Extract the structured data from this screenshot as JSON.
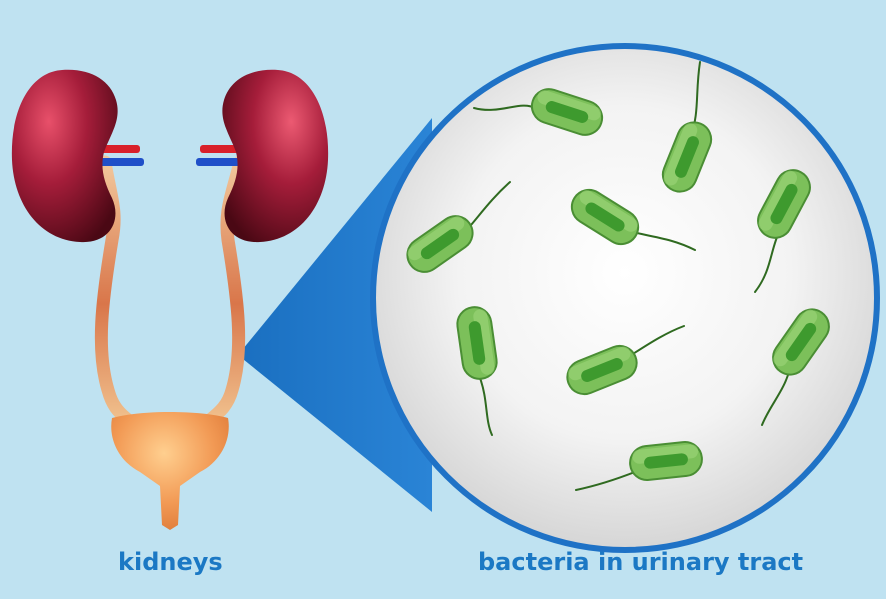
{
  "labels": {
    "left": "kidneys",
    "right": "bacteria in urinary tract"
  },
  "colors": {
    "background": "#bfe2f1",
    "label": "#1b78c4",
    "kidney": "#7a1226",
    "ureter": "#e9b98a",
    "bladder": "#f0a060",
    "artery": "#d8202a",
    "vein": "#1f4fc8",
    "magnifier_border": "#1f72c6",
    "bacteria": "#7cc05a",
    "bacteria_nucleus": "#3e9a2e",
    "flagella": "#2f6a20"
  },
  "icons": {
    "left_illustration": "urinary-system-illustration",
    "magnifier": "magnified-bacteria-illustration",
    "organism": "rod-bacterium-icon"
  }
}
